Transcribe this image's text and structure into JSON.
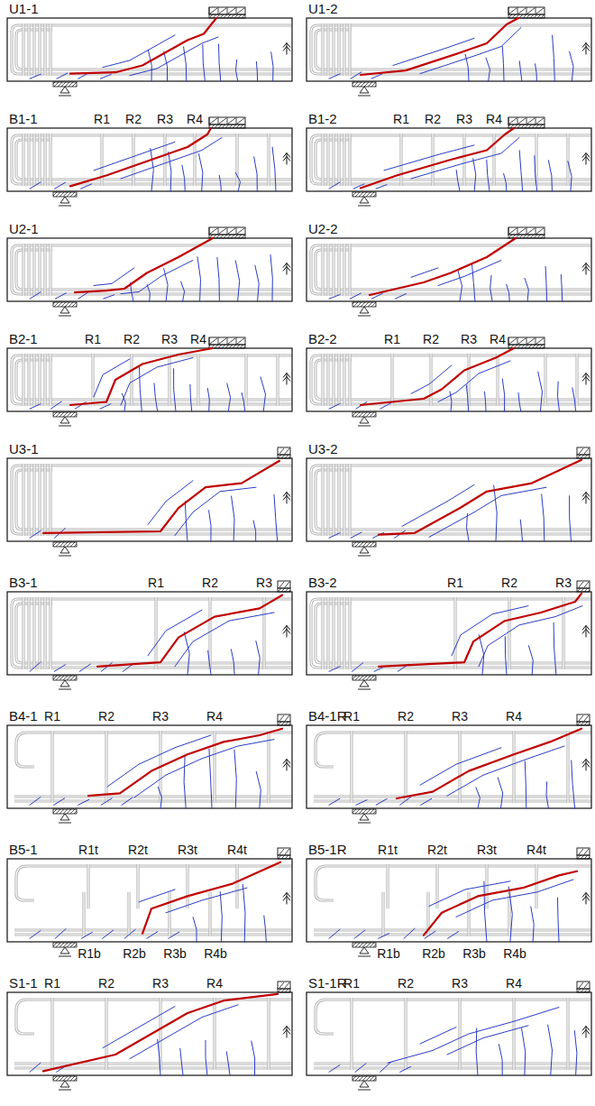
{
  "diagram": {
    "labels": [
      "U1-1",
      "U1-2",
      "B1-1",
      "R1",
      "R2",
      "R3",
      "R4",
      "B1-2",
      "R1",
      "R2",
      "R3",
      "R4",
      "U2-1",
      "U2-2",
      "B2-1",
      "R1",
      "R2",
      "R3",
      "R4",
      "B2-2",
      "R1",
      "R2",
      "R3",
      "R4",
      "U3-1",
      "U3-2",
      "B3-1",
      "R1",
      "R2",
      "R3",
      "B3-2",
      "R1",
      "R2",
      "R3",
      "B4-1",
      "R1",
      "R2",
      "R3",
      "R4",
      "B4-1R",
      "R1",
      "R2",
      "R3",
      "R4",
      "B5-1",
      "R1t",
      "R2t",
      "R3t",
      "R4t",
      "R1b",
      "R2b",
      "R3b",
      "R4b",
      "B5-1R",
      "R1t",
      "R2t",
      "R3t",
      "R4t",
      "R1b",
      "R2b",
      "R3b",
      "R4b",
      "S1-1",
      "R1",
      "R2",
      "R3",
      "R4",
      "S1-1R",
      "R1",
      "R2",
      "R3",
      "R4"
    ]
  }
}
